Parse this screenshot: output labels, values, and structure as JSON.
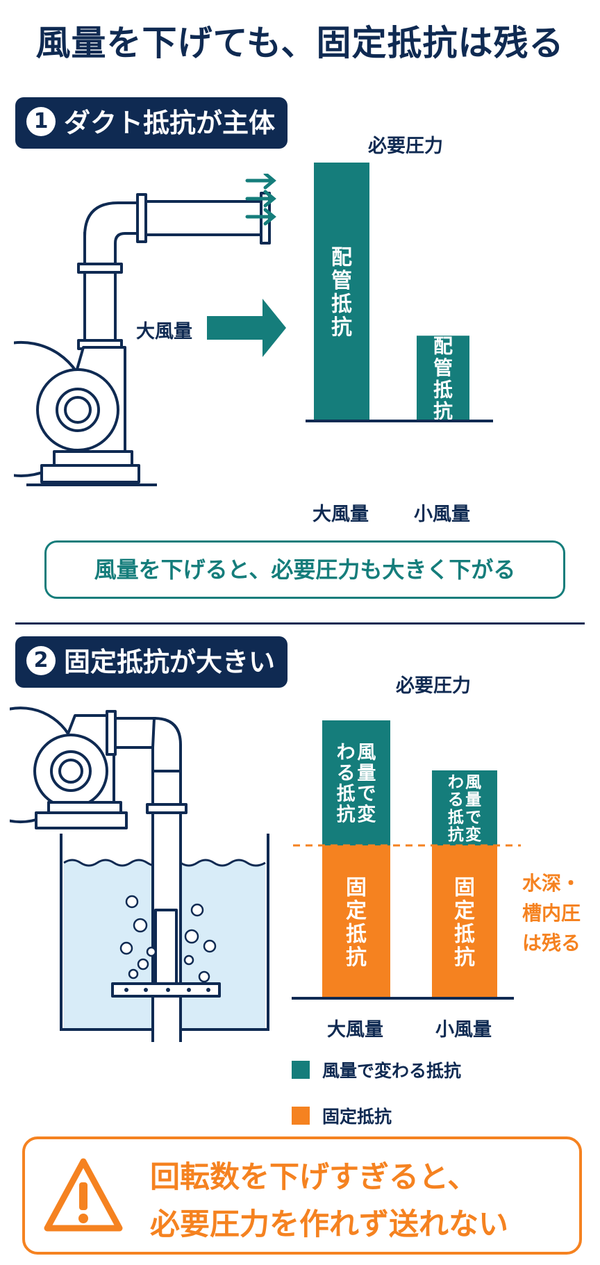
{
  "title": "風量を下げても、固定抵抗は残る",
  "section1": {
    "number": "1",
    "heading": "ダクト抵抗が主体",
    "flow_label": "大風量",
    "note": "風量を下げると、必要圧力も大きく下がる"
  },
  "section2": {
    "number": "2",
    "heading": "固定抵抗が大きい",
    "fixed_note_lines": [
      "水深・",
      "槽内圧",
      "は残る"
    ]
  },
  "chart_data": [
    {
      "type": "bar",
      "title": "必要圧力",
      "categories": [
        "大風量",
        "小風量"
      ],
      "series": [
        {
          "values": [
            100,
            33
          ],
          "bar_label": "配管抵抗",
          "color": "#157d7b"
        }
      ],
      "ylim": [
        0,
        100
      ]
    },
    {
      "type": "bar",
      "stacked": true,
      "title": "必要圧力",
      "categories": [
        "大風量",
        "小風量"
      ],
      "series": [
        {
          "name": "固定抵抗",
          "values": [
            55,
            55
          ],
          "bar_label": "固定抵抗",
          "color": "#f58220"
        },
        {
          "name": "風量で変わる抵抗",
          "values": [
            45,
            27
          ],
          "bar_label": "風量で変わる抵抗",
          "color": "#157d7b"
        }
      ],
      "ylim": [
        0,
        100
      ],
      "annotation": "水深・槽内圧は残る",
      "legend": [
        "風量で変わる抵抗",
        "固定抵抗"
      ]
    }
  ],
  "warning": {
    "icon": "warning-triangle-icon",
    "lines": [
      "回転数を下げすぎると、",
      "必要圧力を作れず送れない"
    ]
  },
  "colors": {
    "navy": "#0f2a52",
    "teal": "#157d7b",
    "orange": "#f58220",
    "water": "#d8ecf8"
  }
}
